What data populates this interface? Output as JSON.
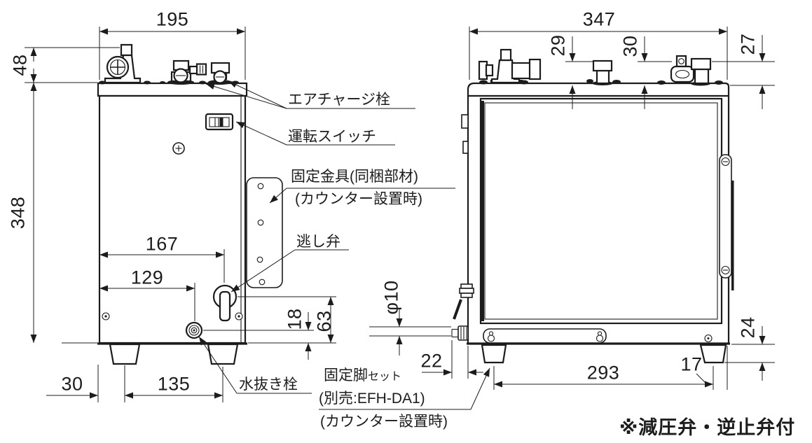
{
  "drawing": {
    "note": "※減圧弁・逆止弁付",
    "side_view": {
      "dim_width": "195",
      "dim_fitting_height": "48",
      "dim_height": "348",
      "dim_relief_offset": "167",
      "dim_drain_offset": "129",
      "dim_drain_height": "18",
      "dim_relief_height": "63",
      "dim_foot_offset": "30",
      "dim_foot_pitch": "135",
      "label_air_charge": "エアチャージ栓",
      "label_switch": "運転スイッチ",
      "label_bracket_1": "固定金具(同梱部材)",
      "label_bracket_2": "(カウンター設置時)",
      "label_relief": "逃し弁",
      "label_drain": "水抜き栓"
    },
    "front_view": {
      "dim_width": "347",
      "dim_fitting_a": "29",
      "dim_fitting_b": "30",
      "dim_fitting_c": "27",
      "dim_drain_dia": "φ10",
      "dim_drain_protrusion": "22",
      "dim_foot_pitch": "293",
      "dim_foot_edge": "17",
      "dim_foot_height": "24",
      "label_leg_main": "固定脚",
      "label_leg_small": "セット",
      "label_leg_2": "(別売:EFH-DA1)",
      "label_leg_3": "(カウンター設置時)"
    }
  }
}
